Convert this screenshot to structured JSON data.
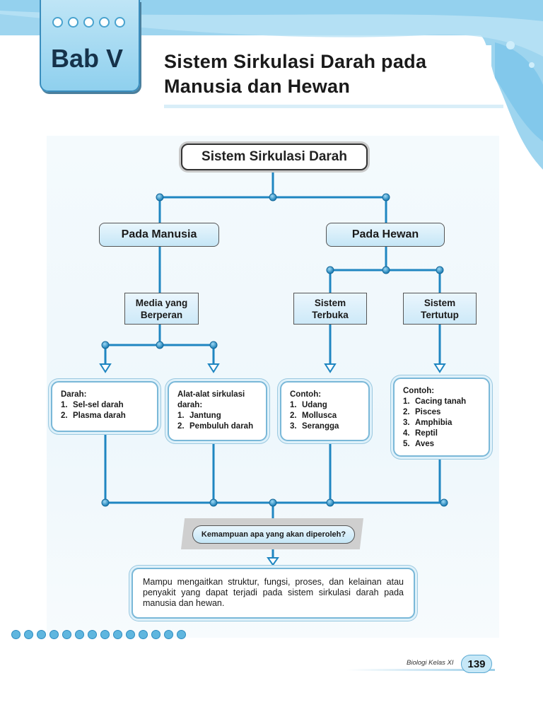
{
  "chapter": {
    "label": "Bab V",
    "title_line1": "Sistem Sirkulasi Darah pada",
    "title_line2": "Manusia dan Hewan"
  },
  "diagram": {
    "root": "Sistem Sirkulasi Darah",
    "pada_manusia": "Pada Manusia",
    "pada_hewan": "Pada Hewan",
    "media_line1": "Media yang",
    "media_line2": "Berperan",
    "terbuka_line1": "Sistem",
    "terbuka_line2": "Terbuka",
    "tertutup_line1": "Sistem",
    "tertutup_line2": "Tertutup",
    "darah": {
      "title": "Darah:",
      "items": [
        {
          "n": "1.",
          "t": "Sel-sel darah"
        },
        {
          "n": "2.",
          "t": "Plasma darah"
        }
      ]
    },
    "alat": {
      "title_line1": "Alat-alat sirkulasi",
      "title_line2": "darah:",
      "items": [
        {
          "n": "1.",
          "t": "Jantung"
        },
        {
          "n": "2.",
          "t": "Pembuluh darah"
        }
      ]
    },
    "terbuka_contoh": {
      "title": "Contoh:",
      "items": [
        {
          "n": "1.",
          "t": "Udang"
        },
        {
          "n": "2.",
          "t": "Mollusca"
        },
        {
          "n": "3.",
          "t": "Serangga"
        }
      ]
    },
    "tertutup_contoh": {
      "title": "Contoh:",
      "items": [
        {
          "n": "1.",
          "t": "Cacing tanah"
        },
        {
          "n": "2.",
          "t": "Pisces"
        },
        {
          "n": "3.",
          "t": "Amphibia"
        },
        {
          "n": "4.",
          "t": "Reptil"
        },
        {
          "n": "5.",
          "t": "Aves"
        }
      ]
    },
    "question": "Kemampuan apa yang akan diperoleh?",
    "answer": "Mampu mengaitkan struktur, fungsi, proses, dan kelainan atau penyakit yang dapat terjadi pada sistem sirkulasi darah pada manusia dan hewan."
  },
  "footer": {
    "book": "Biologi Kelas XI",
    "page": "139"
  },
  "colors": {
    "accent": "#1f86c1",
    "light_blue": "#c5e6f6"
  }
}
